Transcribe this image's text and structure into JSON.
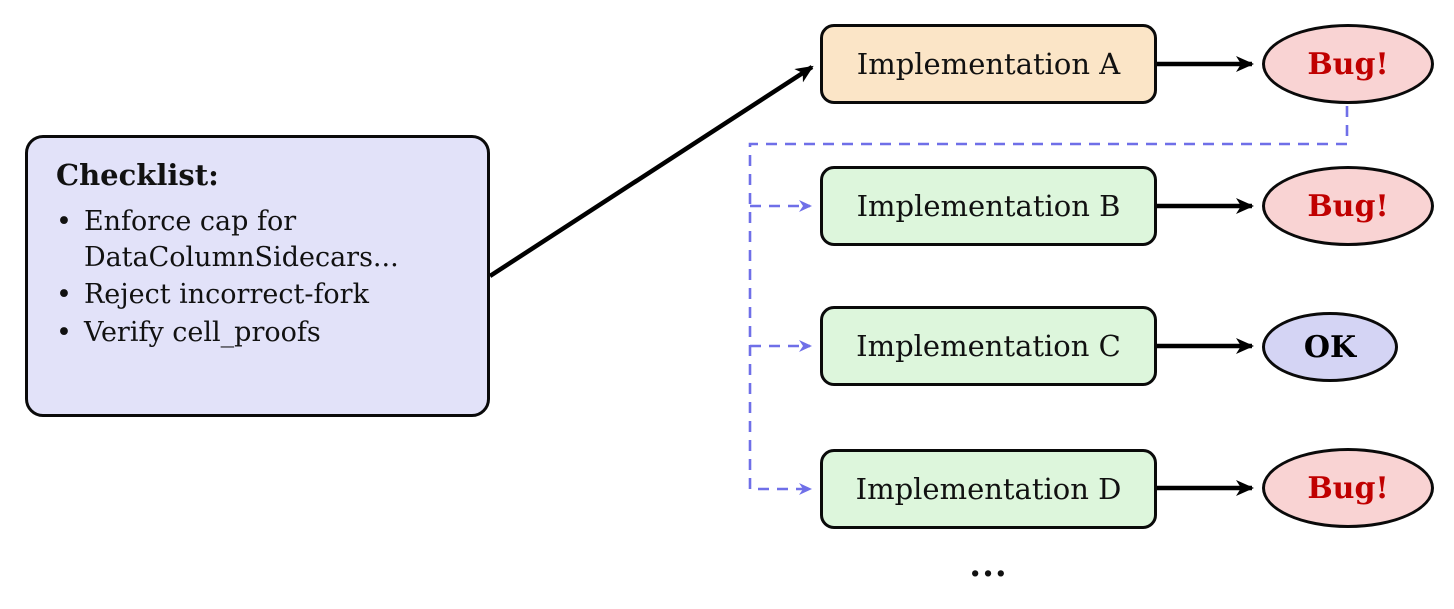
{
  "diagram": {
    "checklist": {
      "title": "Checklist:",
      "bullet_glyph": "•",
      "items": [
        "Enforce cap for\nDataColumnSidecars...",
        "Reject incorrect-fork",
        "Verify cell_proofs"
      ]
    },
    "implementations": [
      {
        "label": "Implementation A",
        "result": "Bug!"
      },
      {
        "label": "Implementation B",
        "result": "Bug!"
      },
      {
        "label": "Implementation C",
        "result": "OK"
      },
      {
        "label": "Implementation D",
        "result": "Bug!"
      }
    ],
    "ellipsis": "...",
    "colors": {
      "checklist_fill": "#E2E2F9",
      "impl_a_fill": "#FBE5C7",
      "impl_other_fill": "#DDF6DC",
      "bug_fill": "#F9D3D3",
      "bug_text": "#C00000",
      "ok_fill": "#D4D4F4",
      "ok_text": "#000000",
      "node_border": "#0A0A0A",
      "solid_arrow": "#000000",
      "dashed_line": "#6F6FE8"
    }
  }
}
